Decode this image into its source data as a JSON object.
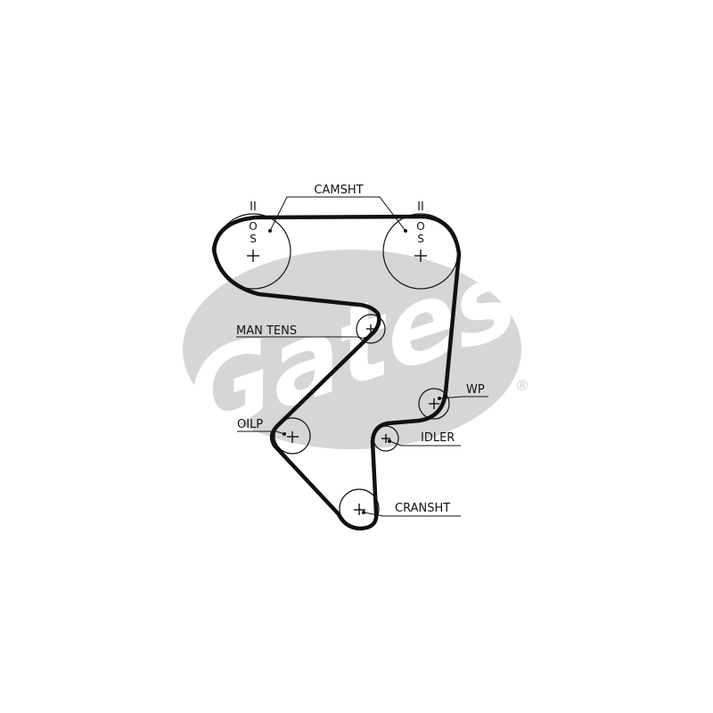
{
  "logo": {
    "brand": "Gates",
    "registered_mark": "®",
    "color": "#d6d6d6"
  },
  "belt_color": "#111111",
  "labels": {
    "camshaft": "CAMSHT",
    "man_tens": "MAN TENS",
    "water_pump": "WP",
    "oil_pump": "OILP",
    "idler": "IDLER",
    "crankshaft": "CRANSHT"
  },
  "timing_marks": {
    "left_top": "II",
    "right_top": "II",
    "left_o": "O",
    "left_s": "S",
    "right_o": "O",
    "right_s": "S"
  }
}
